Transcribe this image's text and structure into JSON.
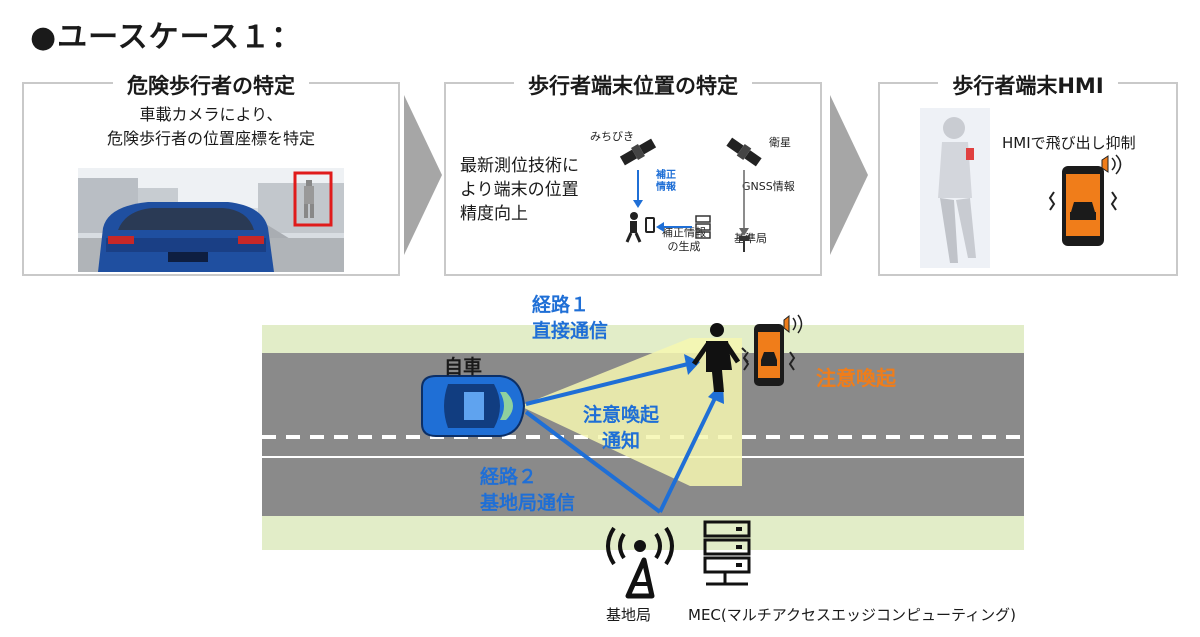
{
  "title": "●ユースケース１：",
  "panel1": {
    "heading": "危険歩行者の特定",
    "line1": "車載カメラにより、",
    "line2": "危険歩行者の位置座標を特定"
  },
  "panel2": {
    "heading": "歩行者端末位置の特定",
    "line1": "最新測位技術に",
    "line2": "より端末の位置",
    "line3": "精度向上",
    "michibiki": "みちびき",
    "eisei": "衛星",
    "hosei1": "補正",
    "hosei2": "情報",
    "gnss": "GNSS情報",
    "gen1": "補正情報",
    "gen2": "の生成",
    "kijunkyoku": "基準局"
  },
  "panel3": {
    "heading": "歩行者端末HMI",
    "caption": "HMIで飛び出し抑制"
  },
  "scene": {
    "car_label": "自車",
    "route1_a": "経路１",
    "route1_b": "直接通信",
    "alert_a": "注意喚起",
    "alert_b": "通知",
    "route2_a": "経路２",
    "route2_b": "基地局通信",
    "warning": "注意喚起",
    "base_station": "基地局",
    "mec": "MEC(マルチアクセスエッジコンピューティング)"
  },
  "colors": {
    "accent_blue": "#1f6fd6",
    "warning_orange": "#f07d1a",
    "road_gray": "#8a8a8a",
    "sidewalk_green": "#e2edc8",
    "panel_border": "#c9c9c9"
  }
}
